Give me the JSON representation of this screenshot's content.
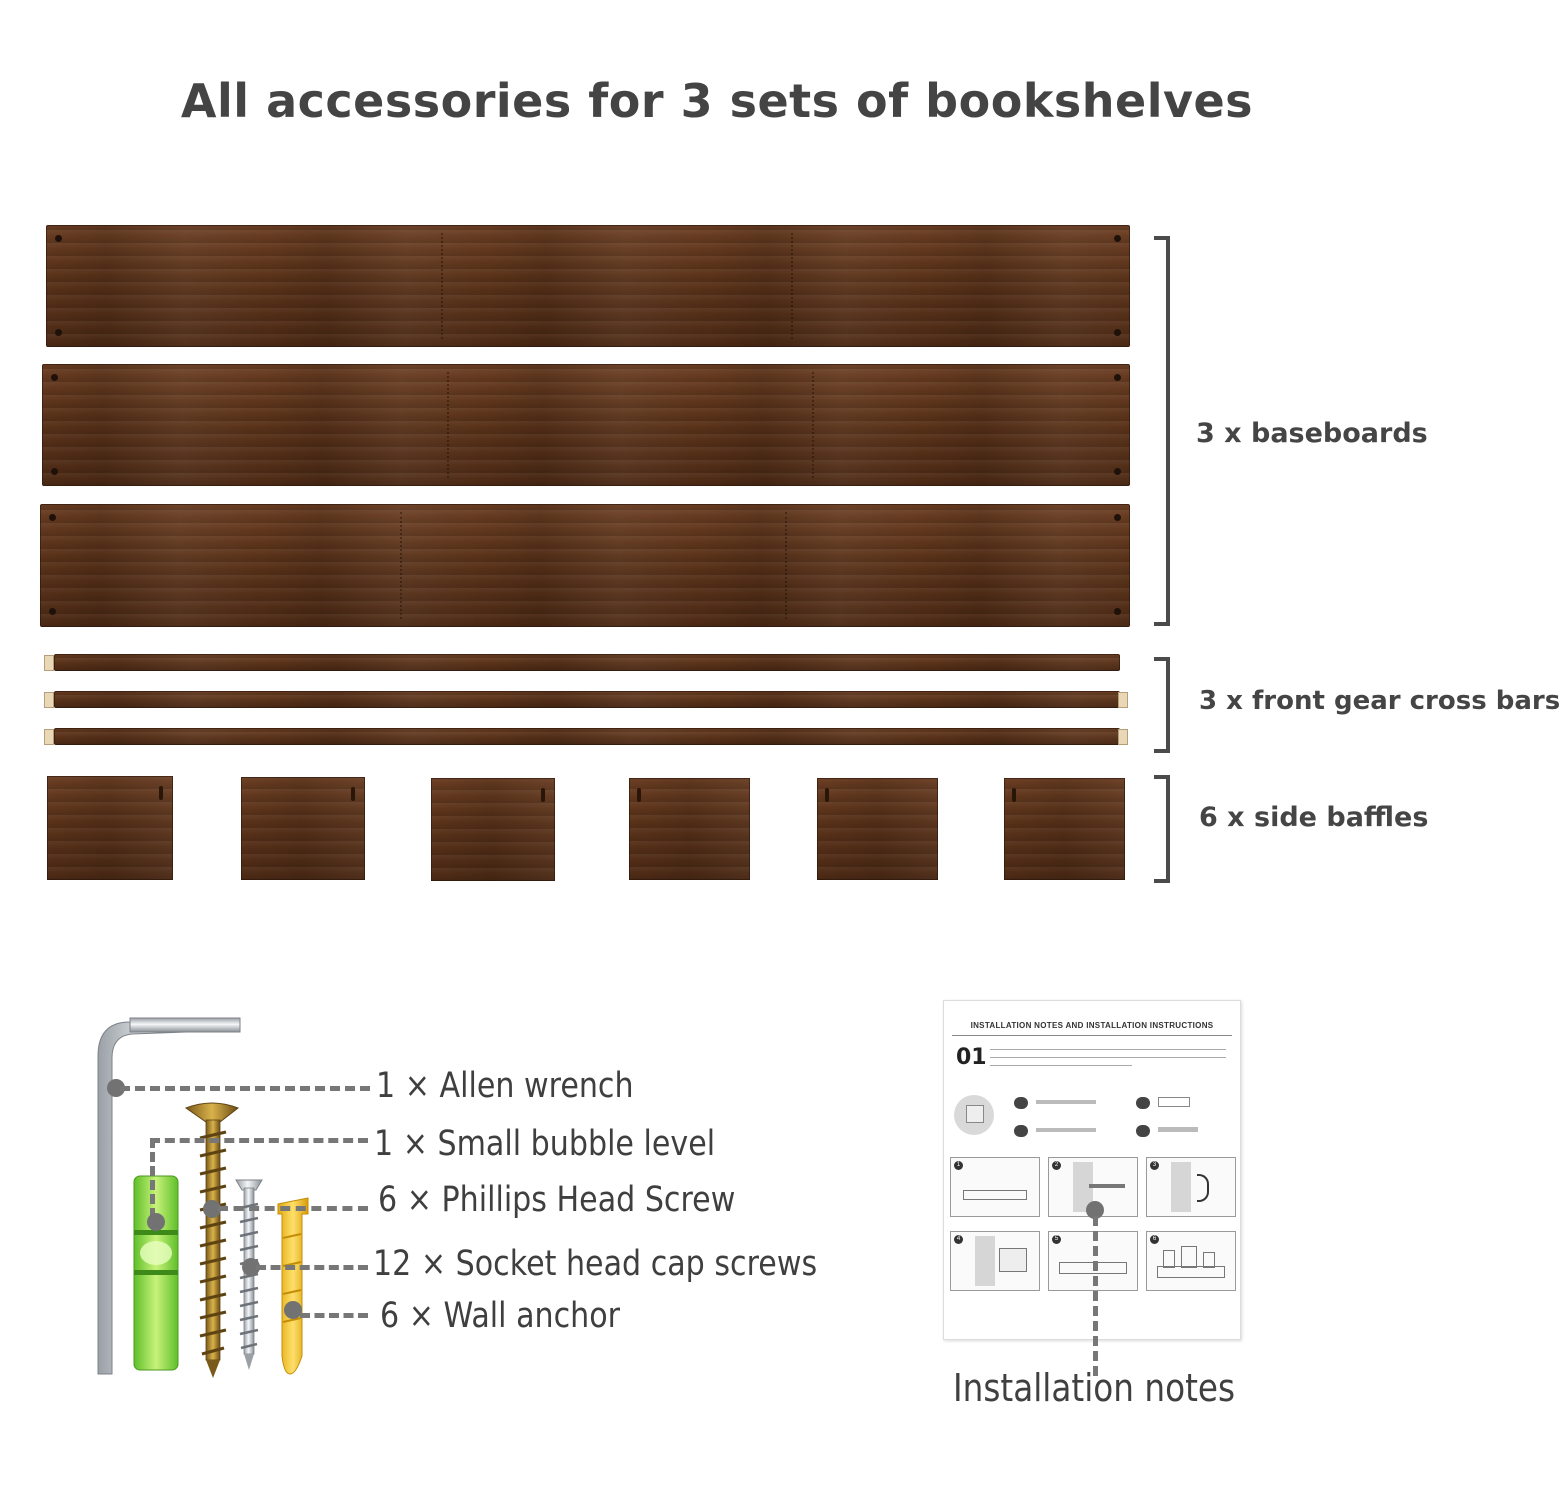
{
  "title": "All accessories for 3 sets of bookshelves",
  "wood_parts": {
    "baseboards_label": "3 x baseboards",
    "crossbars_label": "3 x front gear cross bars",
    "baffles_label": "6 x side baffles"
  },
  "hardware": {
    "items": [
      {
        "label": "1 × Allen wrench"
      },
      {
        "label": "1 × Small bubble level"
      },
      {
        "label": "6 × Phillips Head Screw"
      },
      {
        "label": "12 × Socket head cap screws"
      },
      {
        "label": "6 × Wall anchor"
      }
    ]
  },
  "manual": {
    "heading": "INSTALLATION NOTES AND INSTALLATION INSTRUCTIONS",
    "step_number": "01",
    "label": "Installation notes"
  },
  "colors": {
    "wood": "#5a3219",
    "text": "#444444",
    "leader": "#777777",
    "level_green": "#7fd43a",
    "anchor_yellow": "#f2c21b"
  }
}
